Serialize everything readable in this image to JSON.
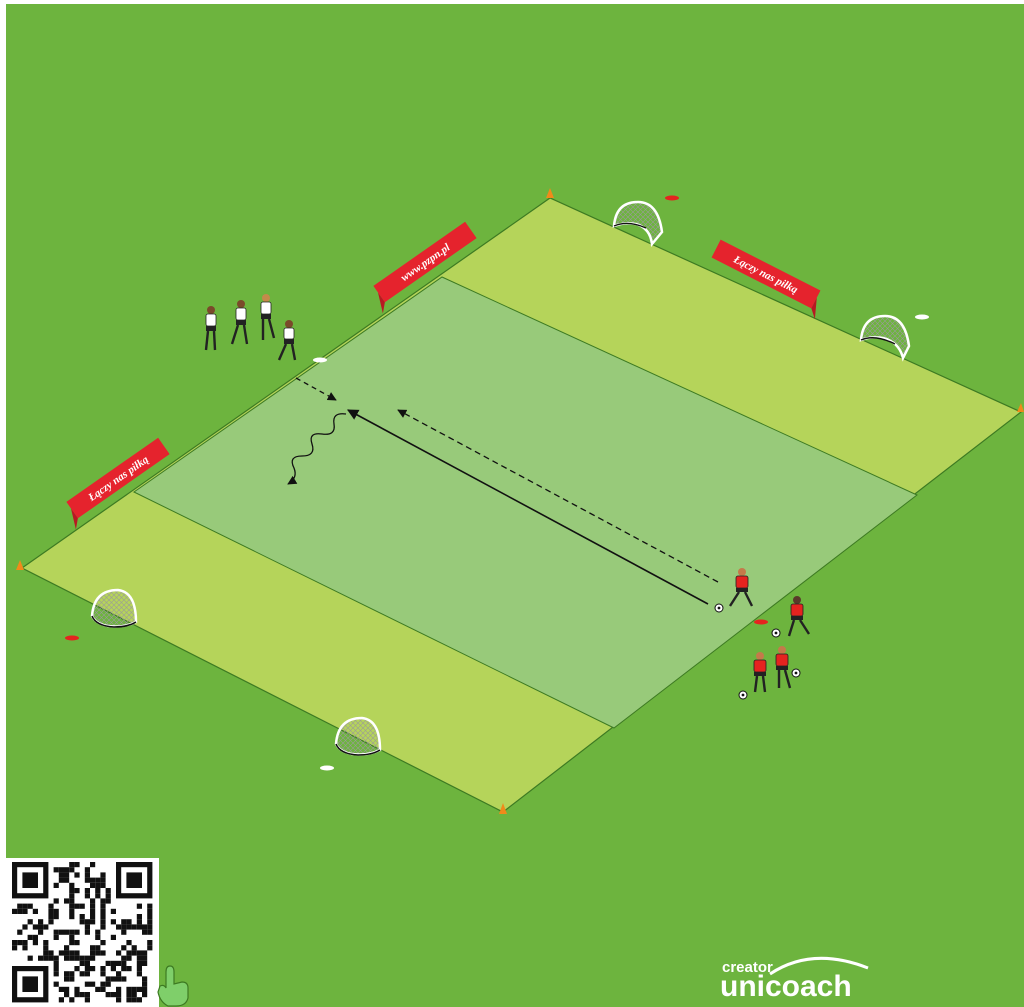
{
  "colors": {
    "grass": "#6db43e",
    "field_outer": "#b5d45a",
    "field_inner": "#98ca7a",
    "line": "#3d7a22",
    "team_white": "#ffffff",
    "team_red": "#e5231f",
    "banner": "#e5232d",
    "cone": "#f08a1a"
  },
  "banners": [
    {
      "text": "Łączy nas piłką"
    },
    {
      "text": "www.pzpn.pl"
    },
    {
      "text": "Łączy nas piłką"
    }
  ],
  "logo": {
    "small_text": "creator",
    "main_text": "unicoach"
  },
  "qr_label": "qr-code",
  "icons": {
    "qr": "qr-code-icon",
    "hand": "pointing-hand-icon"
  }
}
